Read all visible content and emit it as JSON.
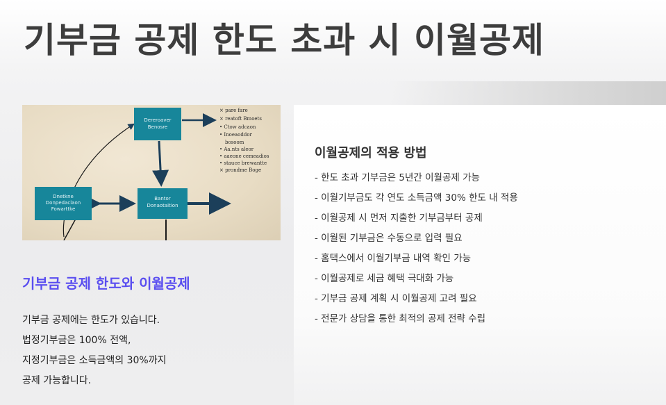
{
  "page": {
    "title": "기부금 공제 한도 초과 시 이월공제"
  },
  "illustration": {
    "box_top": [
      "Dereroaver",
      "Benosre"
    ],
    "box_left": [
      "Dnetkne",
      "Donpedaclaon",
      "Fowarttke"
    ],
    "box_bottom": [
      "Bantor",
      "Donaotaition"
    ],
    "notes": [
      "× pare fare",
      "× reatoft Bmoets",
      "• Ctow adcaon",
      "• Inoeaoddor",
      "bosoom",
      "• Aa.nts aleor",
      "• aaeone cemeadios",
      "• stauce brewantte",
      "× prondme Boge"
    ]
  },
  "left": {
    "heading": "기부금 공제 한도와 이월공제",
    "lines": [
      "기부금 공제에는 한도가 있습니다.",
      "법정기부금은 100% 전액,",
      "지정기부금은 소득금액의 30%까지",
      "공제 가능합니다."
    ]
  },
  "right": {
    "heading": "이월공제의 적용 방법",
    "items": [
      "- 한도 초과 기부금은 5년간 이월공제 가능",
      "- 이월기부금도 각 연도 소득금액 30% 한도 내 적용",
      "- 이월공제 시 먼저 지출한 기부금부터 공제",
      "- 이월된 기부금은 수동으로 입력 필요",
      "- 홈택스에서 이월기부금 내역 확인 가능",
      "- 이월공제로 세금 혜택 극대화 가능",
      "- 기부금 공제 계획 시 이월공제 고려 필요",
      "- 전문가 상담을 통한 최적의 공제 전략 수립"
    ]
  },
  "colors": {
    "title": "#3d3d3d",
    "left_heading": "#5a4ef0",
    "box_fill": "#17869a",
    "arrow": "#1c3f5a"
  }
}
